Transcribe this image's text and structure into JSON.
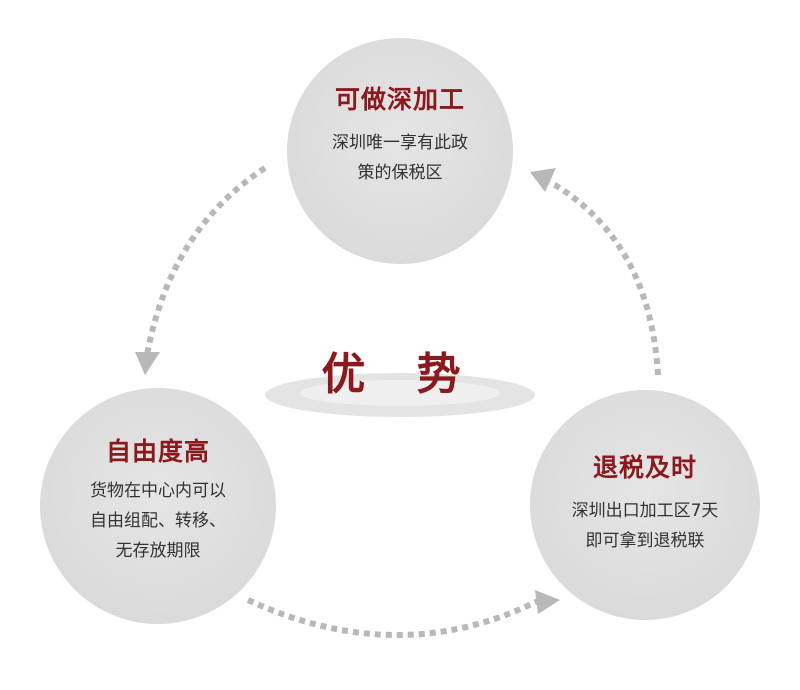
{
  "center": {
    "title": "优 势"
  },
  "nodes": [
    {
      "title": "可做深加工",
      "lines": [
        "深圳唯一享有此政",
        "策的保税区"
      ]
    },
    {
      "title": "自由度高",
      "lines": [
        "货物在中心内可以",
        "自由组配、转移、",
        "无存放期限"
      ]
    },
    {
      "title": "退税及时",
      "lines": [
        "深圳出口加工区7天",
        "即可拿到退税联"
      ]
    }
  ],
  "colors": {
    "accent": "#8b1a1f",
    "circle": "#dfdedf",
    "arrow": "#b8b8b8"
  }
}
